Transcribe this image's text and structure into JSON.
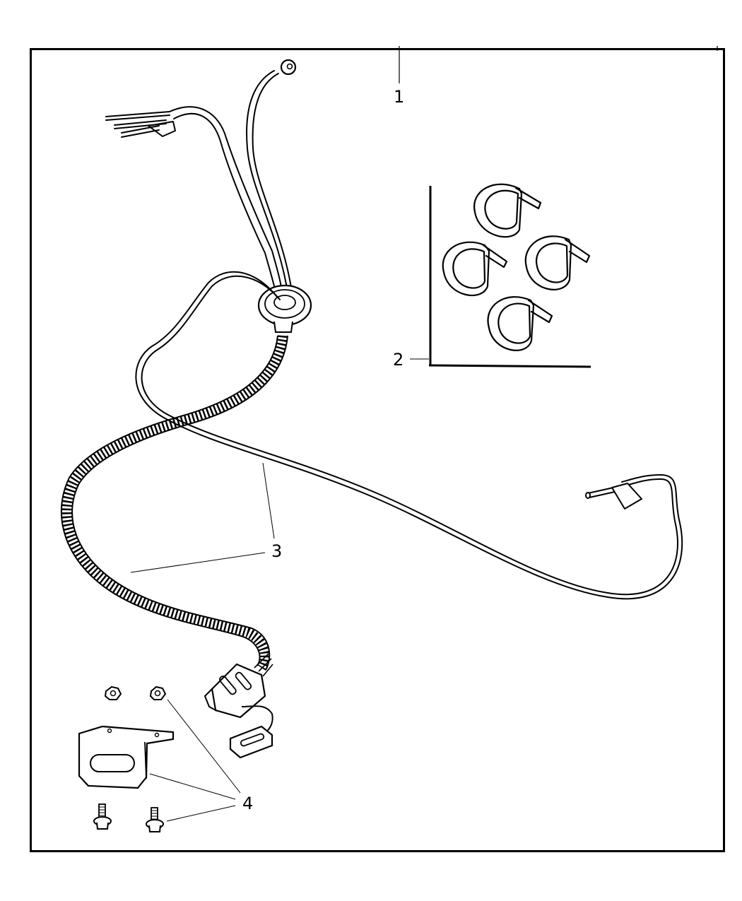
{
  "diagram": {
    "type": "exploded-parts-diagram",
    "subject": "trailer tow wiring harness kit",
    "colors": {
      "line": "#000000",
      "background": "#ffffff"
    },
    "callouts": [
      {
        "id": "1",
        "label": "1",
        "part": "wiring-harness-kit (overall)"
      },
      {
        "id": "2",
        "label": "2",
        "part": "clips / tie straps (4)"
      },
      {
        "id": "3",
        "label": "3",
        "part": "trailer tow wiring harness"
      },
      {
        "id": "4",
        "label": "4",
        "part": "mounting bracket, nuts and bolts"
      }
    ]
  }
}
